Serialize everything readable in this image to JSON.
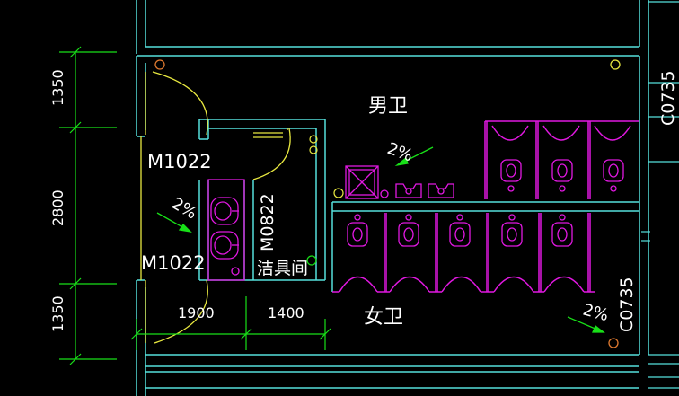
{
  "colors": {
    "background": "#000000",
    "wall": "#55e0dc",
    "dimension": "#18e018",
    "text": "#ffffff",
    "fixture": "#e018e0",
    "door": "#e8e840",
    "pillar": "#e07a30"
  },
  "rooms": {
    "men": "男卫",
    "women": "女卫",
    "janitor": "洁具间"
  },
  "doors": {
    "door_upper": "M1022",
    "door_lower": "M1022",
    "door_janitor": "M0822",
    "window_right_top": "C0735",
    "window_right_bottom": "C0735"
  },
  "slopes": {
    "men": "2%",
    "corridor": "2%",
    "women": "2%"
  },
  "dimensions": {
    "vertical": [
      "1350",
      "2800",
      "1350"
    ],
    "horizontal": [
      "1900",
      "1400"
    ]
  }
}
